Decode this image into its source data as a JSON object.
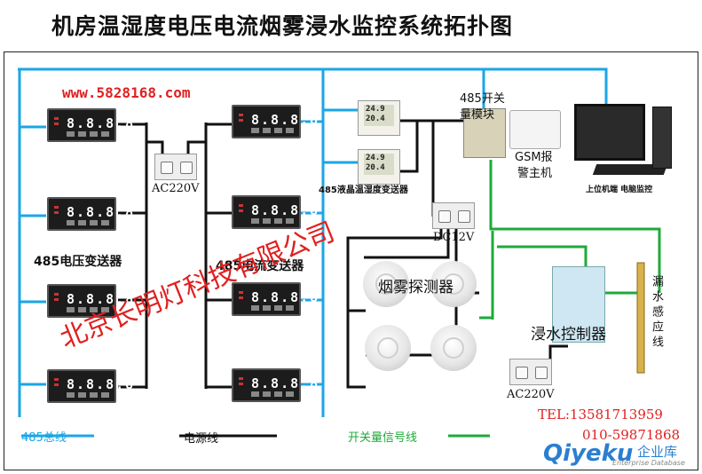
{
  "title": "机房温湿度电压电流烟雾浸水监控系统拓扑图",
  "website": "www.5828168.com",
  "labels": {
    "voltage_transmitter": "485电压变送器",
    "current_transmitter": "485电流变送器",
    "ac220_top": "AC220V",
    "ac220_bottom": "AC220V",
    "dc12": "DC12V",
    "lcd_th": "485液晶温湿度变送器",
    "switch_module_1": "485开关",
    "switch_module_2": "量模块",
    "gsm_1": "GSM报",
    "gsm_2": "警主机",
    "pc": "上位机端  电脑监控",
    "smoke": "烟雾探测器",
    "water_ctrl": "浸水控制器",
    "leak_sensor": "漏水感应线"
  },
  "meter_reading": "8.8.8.8",
  "thermo_readings": [
    {
      "t": "24.9",
      "h": "20.4"
    },
    {
      "t": "24.9",
      "h": "20.4"
    }
  ],
  "legend": {
    "bus": "485总线",
    "power": "电源线",
    "signal": "开关量信号线"
  },
  "contact": {
    "tel": "TEL:13581713959",
    "phone": "010-59871868"
  },
  "watermark": "北京长明灯科技有限公司",
  "brand": {
    "logo": "Qiyeku",
    "cn": "企业库",
    "sub": "Enterprise Database"
  },
  "colors": {
    "bus": "#1aa6e6",
    "power": "#111111",
    "signal": "#1daa3a",
    "watermark": "#e02020"
  }
}
